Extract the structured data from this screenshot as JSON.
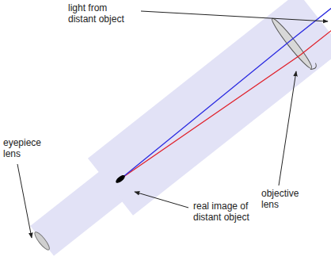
{
  "diagram": {
    "labels": [
      "light from distant object",
      "objective lens",
      "eyepiece lens",
      "real image of distant object"
    ]
  }
}
